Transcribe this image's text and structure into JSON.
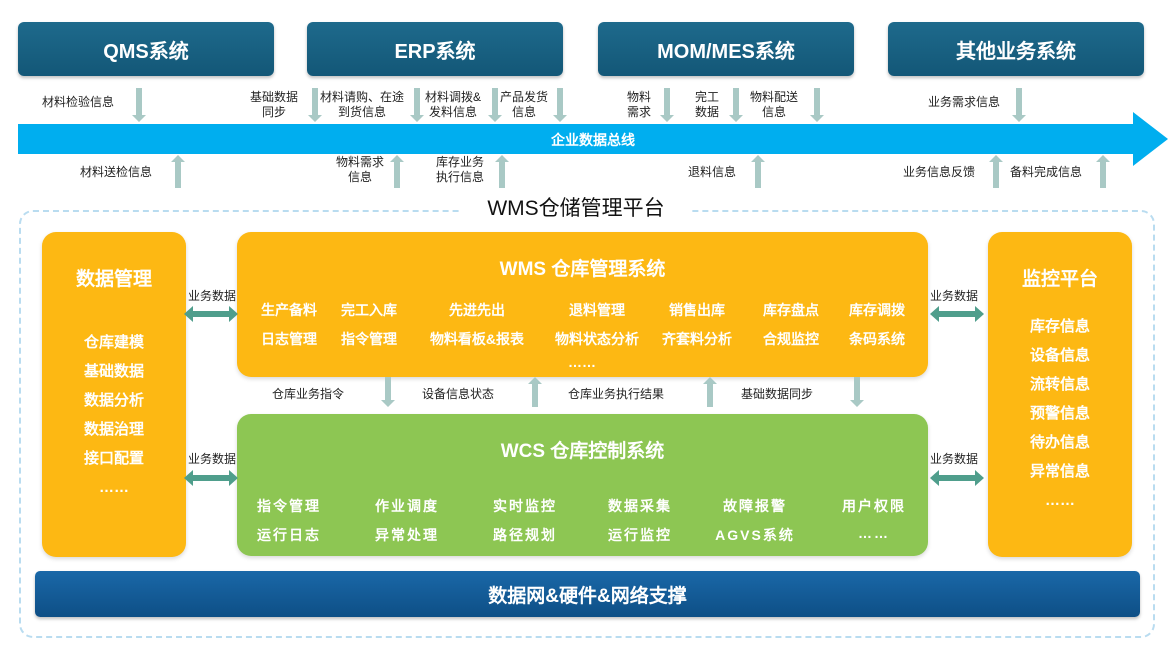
{
  "systems": {
    "qms": "QMS系统",
    "erp": "ERP系统",
    "mom": "MOM/MES系统",
    "other": "其他业务系统"
  },
  "top_labels": {
    "qms_down": "材料检验信息",
    "erp_basic": "基础数据\n同步",
    "erp_purchase": "材料请购、在途\n到货信息",
    "erp_transfer": "材料调拨&\n发料信息",
    "erp_ship": "产品发货\n信息",
    "mom_demand": "物料\n需求",
    "mom_done": "完工\n数据",
    "mom_dist": "物料配送\n信息",
    "other_demand": "业务需求信息"
  },
  "bus_label": "企业数据总线",
  "bottom_labels": {
    "qms_up": "材料送检信息",
    "erp_need": "物料需求\n信息",
    "erp_exec": "库存业务\n执行信息",
    "mom_return": "退料信息",
    "other_feedback": "业务信息反馈",
    "other_complete": "备料完成信息"
  },
  "platform_title": "WMS仓储管理平台",
  "data_mgmt": {
    "title": "数据管理",
    "items": [
      "仓库建模",
      "基础数据",
      "数据分析",
      "数据治理",
      "接口配置",
      "……"
    ]
  },
  "monitor": {
    "title": "监控平台",
    "items": [
      "库存信息",
      "设备信息",
      "流转信息",
      "预警信息",
      "待办信息",
      "异常信息",
      "……"
    ]
  },
  "wms": {
    "title": "WMS 仓库管理系统",
    "row1": [
      "生产备料",
      "完工入库",
      "先进先出",
      "退料管理",
      "销售出库",
      "库存盘点",
      "库存调拨"
    ],
    "row2": [
      "日志管理",
      "指令管理",
      "物料看板&报表",
      "物料状态分析",
      "齐套料分析",
      "合规监控",
      "条码系统"
    ],
    "more": "……"
  },
  "wcs": {
    "title": "WCS 仓库控制系统",
    "row1": [
      "指令管理",
      "作业调度",
      "实时监控",
      "数据采集",
      "故障报警",
      "用户权限"
    ],
    "row2": [
      "运行日志",
      "异常处理",
      "路径规划",
      "运行监控",
      "AGVS系统",
      "……"
    ]
  },
  "middle_labels": {
    "cmd": "仓库业务指令",
    "device": "设备信息状态",
    "result": "仓库业务执行结果",
    "basic_sync": "基础数据同步"
  },
  "side_labels": {
    "business_data": "业务数据"
  },
  "bottom_bar": "数据网&硬件&网络支撑",
  "colors": {
    "system_box": "#1e6a8c",
    "bus": "#00aeef",
    "orange": "#fdb813",
    "green": "#8dc653",
    "arrow": "#a9c9c5",
    "bottom_bar": "#1a68a8"
  }
}
